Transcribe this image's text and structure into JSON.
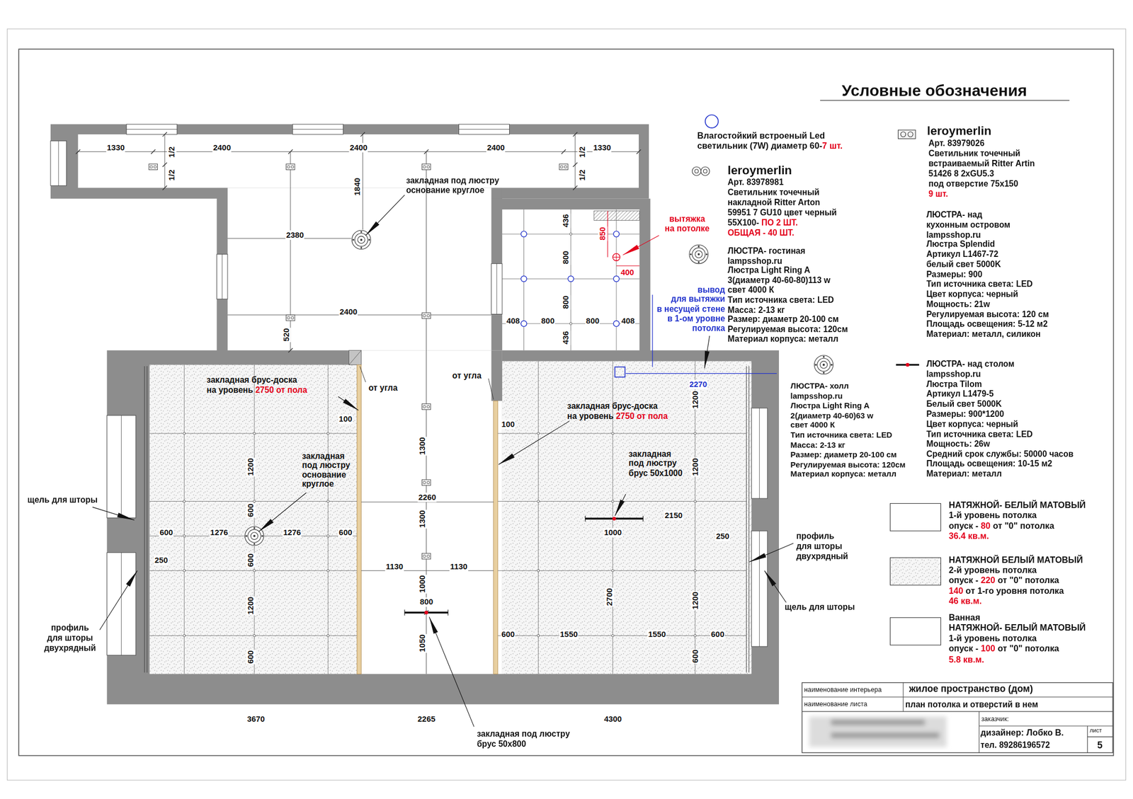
{
  "diagram": {
    "title": "Условные обозначения",
    "labels": [
      "1330",
      "1/2",
      "1/2",
      "2400",
      "2400",
      "2400",
      "1/2",
      "1/2",
      "1330",
      "1840",
      "закладная под люстру",
      "основание круглое",
      "2380",
      "2400",
      "520",
      "закладная брус-доска",
      "на уровень",
      "2750 от пола",
      "от угла",
      "100",
      "закладная",
      "под люстру",
      "основание",
      "круглое",
      "1300",
      "1300",
      "2260",
      "1200",
      "600",
      "600",
      "1276",
      "1276",
      "600",
      "600",
      "250",
      "1200",
      "600",
      "1130",
      "1130",
      "1000",
      "800",
      "1050",
      "щель для шторы",
      "профиль",
      "для шторы",
      "двухрядный",
      "3670",
      "2265",
      "4300",
      "закладная под люстру",
      "брус 50х800",
      "436",
      "850",
      "800",
      "400",
      "800",
      "408",
      "800",
      "800",
      "408",
      "436",
      "вытяжка",
      "на потолке",
      "вывод",
      "для вытяжки",
      "в несущей стене",
      "в 1-ом уровне",
      "потолка",
      "2270",
      "1200",
      "от угла",
      "закладная брус-доска",
      "на уровень",
      "2750 от пола",
      "100",
      "закладная",
      "под люстру",
      "брус 50х1000",
      "1200",
      "2150",
      "1000",
      "250",
      "2700",
      "1200",
      "600",
      "1550",
      "1550",
      "600",
      "600",
      "профиль",
      "для шторы",
      "двухрядный",
      "щель для шторы",
      "светильник (7W) диаметр 60-",
      "7 шт.",
      "Арт. 83978981",
      "Светильник точечный",
      "накладной Ritter Arton",
      "59951 7 GU10 цвет черный",
      "55Х100-",
      "ПО 2 ШТ.",
      "ОБЩАЯ - 40 ШТ.",
      "lampsshop.ru",
      "Люстра Light Ring A",
      "3(диаметр 40-60-80)113 w",
      "свет 4000 К",
      "Тип источника света: LED",
      "Масса: 2-13 кг",
      "Размер: диаметр 20-100 см",
      "Регулируемая высота: 120см",
      "Материал корпуса: металл",
      "lampsshop.ru",
      "Люстра Light Ring A",
      "2(диаметр 40-60)63 w",
      "свет 4000 К",
      "Тип источника света: LED",
      "Масса: 2-13 кг",
      "Размер: диаметр 20-100 см",
      "Регулируемая высота: 120см",
      "Материал корпуса: металл",
      "Арт. 83979026",
      "Светильник точечный",
      "встраиваемый Ritter Artin",
      "51426 8 2хGU5.3",
      "под отверстие 75х150",
      "9 шт.",
      "ЛЮСТРА- над",
      "кухонным островом",
      "lampsshop.ru",
      "Люстра Splendid",
      "Артикул L1467-72",
      "белый свет 5000K",
      "Размеры: 900",
      "Тип источника света: LED",
      "Цвет корпуса: черный",
      "Мощность: 21w",
      "Регулируемая высота: 120 см",
      "Площадь освещения: 5-12 м2",
      "Материал: металл, силикон",
      "lampsshop.ru",
      "Люстра Tilom",
      "Артикул L1479-5",
      "Белый свет 5000K",
      "Размеры: 900*1200",
      "Цвет корпуса: черный",
      "Тип источника света: LED",
      "Мощность: 26w",
      "Средний срок службы: 50000 часов",
      "Площадь освещения: 10-15 м2",
      "Материал: металл",
      "1-й уровень потолка",
      "опуск -",
      "80",
      "от \"0\" потолка",
      "36.4 кв.м.",
      "2-й уровень потолка",
      "опуск -",
      "220",
      "от \"0\" потолка",
      "140",
      "от 1-го уровня потолка",
      "46 кв.м.",
      "НАТЯЖНОЙ- БЕЛЫЙ МАТОВЫЙ",
      "1-й уровень потолка",
      "опуск -",
      "100",
      "от \"0\" потолка",
      "5.8 кв.м.",
      "наименование интерьера",
      "жилое пространство (дом)",
      "наименование листа",
      "план потолка и отверстий в нем",
      "заказчик:",
      "дизайнер:",
      "Лобко В.",
      "тел. 89286196572",
      "лист",
      "5"
    ],
    "legend": [
      {
        "text": "Влагостойкий встроеный Led"
      },
      {
        "text": "leroymerlin"
      },
      {
        "text": "leroymerlin"
      },
      {
        "text": "ЛЮСТРА- гостиная"
      },
      {
        "text": "ЛЮСТРА- холл"
      },
      {
        "text": "ЛЮСТРА- над столом"
      },
      {
        "text": "НАТЯЖНОЙ- БЕЛЫЙ МАТОВЫЙ",
        "color": "#ffffff"
      },
      {
        "text": "НАТЯЖНОЙ БЕЛЫЙ МАТОВЫЙ"
      },
      {
        "text": "Ванная",
        "color": "#ffffff"
      }
    ]
  }
}
